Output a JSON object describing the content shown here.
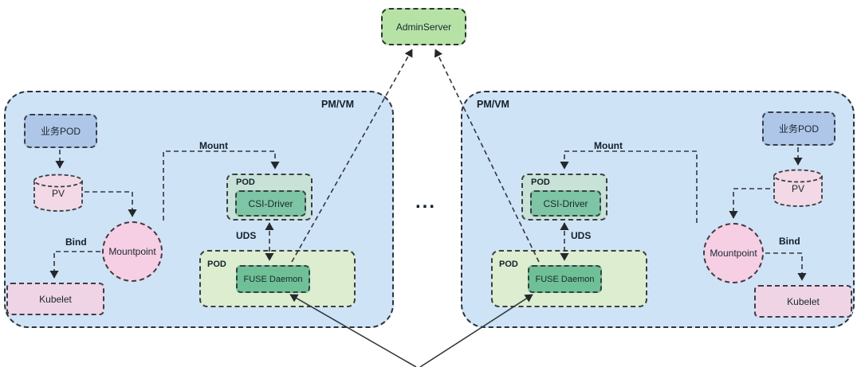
{
  "admin_server": {
    "label": "AdminServer"
  },
  "ellipsis": "...",
  "colors": {
    "pm_box": "#cfe3f7",
    "admin_green": "#b6e2a6",
    "biz_pod_blue": "#aec6e8",
    "pv_pink": "#f3d8e6",
    "mountpoint_pink": "#f6cfe5",
    "kubelet_pink": "#eed4e4",
    "csi_container_teal": "#c9e2d8",
    "csi_driver_green": "#7dc5a5",
    "fuse_container_green": "#dcedd0",
    "fuse_daemon_green": "#6fc096",
    "line": "#33383d"
  },
  "left": {
    "pm_label": "PM/VM",
    "biz_pod_label": "业务POD",
    "pv_label": "PV",
    "mountpoint_label": "Mountpoint",
    "kubelet_label": "Kubelet",
    "bind_label": "Bind",
    "mount_label": "Mount",
    "uds_label": "UDS",
    "csi_pod_label": "POD",
    "csi_driver_label": "CSI-Driver",
    "fuse_pod_label": "POD",
    "fuse_daemon_label": "FUSE Daemon"
  },
  "right": {
    "pm_label": "PM/VM",
    "biz_pod_label": "业务POD",
    "pv_label": "PV",
    "mountpoint_label": "Mountpoint",
    "kubelet_label": "Kubelet",
    "bind_label": "Bind",
    "mount_label": "Mount",
    "uds_label": "UDS",
    "csi_pod_label": "POD",
    "csi_driver_label": "CSI-Driver",
    "fuse_pod_label": "POD",
    "fuse_daemon_label": "FUSE Daemon"
  }
}
